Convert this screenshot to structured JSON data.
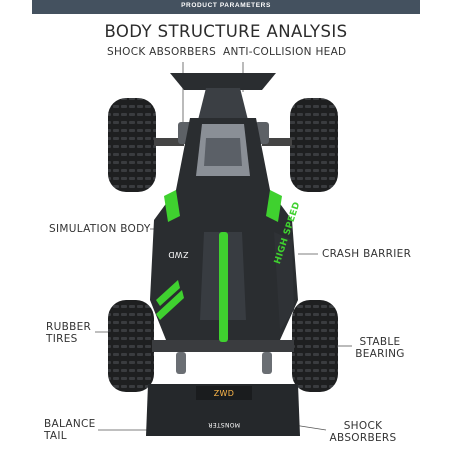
{
  "header": {
    "banner": "PRODUCT PARAMETERS",
    "title": "BODY STRUCTURE ANALYSIS"
  },
  "callouts": {
    "shock_absorbers_top": "SHOCK ABSORBERS",
    "anti_collision_head": "ANTI-COLLISION HEAD",
    "simulation_body": "SIMULATION BODY",
    "crash_barrier": "CRASH BARRIER",
    "rubber_tires": [
      "RUBBER",
      "TIRES"
    ],
    "stable_bearing": [
      "STABLE",
      "BEARING"
    ],
    "balance_tail": [
      "BALANCE",
      "TAIL"
    ],
    "shock_absorbers_bottom": [
      "SHOCK",
      "ABSORBERS"
    ]
  },
  "car": {
    "side_text": "HIGH SPEED",
    "model_badge": "ZWD",
    "tail_text": "MONSTER",
    "colors": {
      "accent": "#3fd12f",
      "body": "#2a2d30",
      "tire": "#1e1f20"
    }
  }
}
